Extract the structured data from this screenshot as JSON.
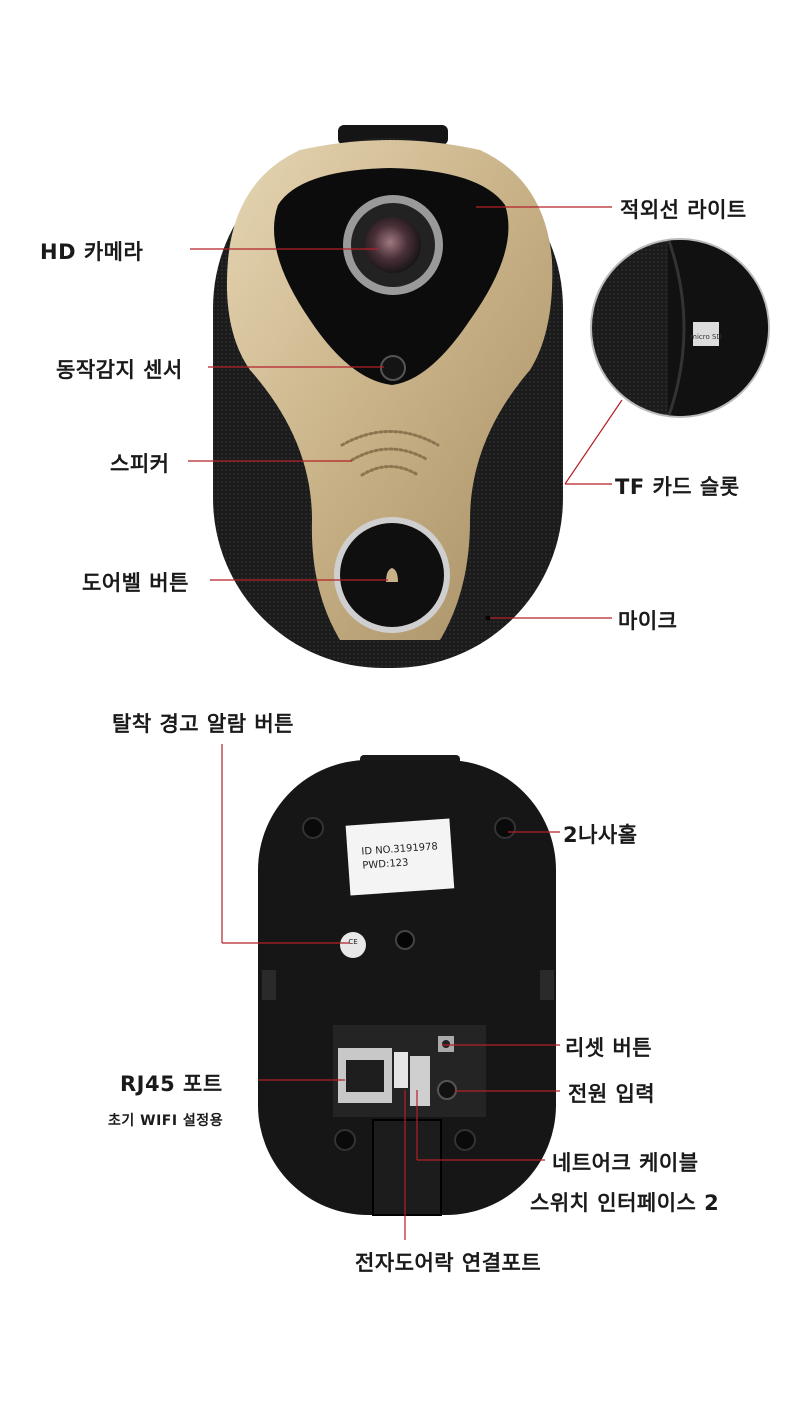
{
  "front_labels": {
    "hd_camera": "HD 카메라",
    "motion_sensor": "동작감지 센서",
    "speaker": "스피커",
    "doorbell_button": "도어벨 버튼",
    "ir_light": "적외선 라이트",
    "tf_card_slot": "TF 카드 슬롯",
    "microphone": "마이크"
  },
  "sd_card_marking": "micro SD",
  "back_labels": {
    "tamper_alarm_button": "탈착 경고 알람 버튼",
    "screw_hole": "2나사홀",
    "reset_button": "리셋 버튼",
    "power_input": "전원 입력",
    "network_cable_line1": "네트어크 케이블",
    "network_cable_line2": "스위치 인터페이스 2",
    "rj45_port": "RJ45 포트",
    "rj45_note": "초기 WIFI 설정용",
    "electronic_lock_port": "전자도어락 연결포트"
  },
  "sticker": {
    "id_line": "ID NO.3191978",
    "pwd_line": "PWD:123"
  },
  "ce_text": "CE",
  "colors": {
    "leader_line": "#b3202a",
    "gold_body": "#c9b28a",
    "black_body": "#1c1c1c"
  }
}
